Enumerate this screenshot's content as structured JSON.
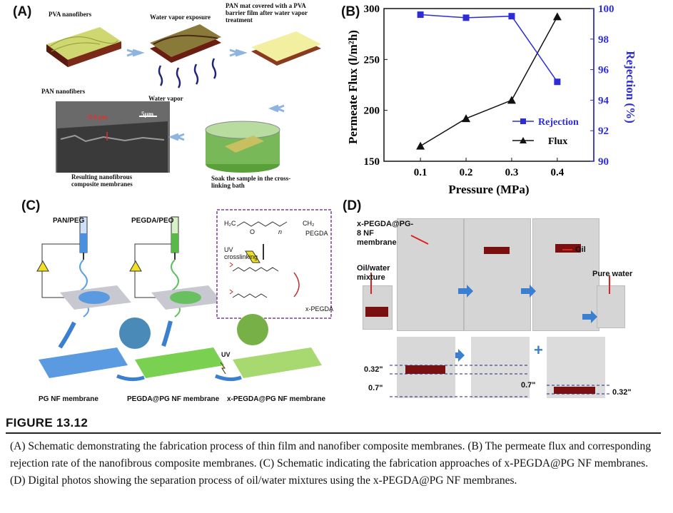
{
  "panelA": {
    "label": "(A)",
    "pva_nanofibers": "PVA nanofibers",
    "pan_nanofibers": "PAN nanofibers",
    "water_vapor_exposure": "Water vapor exposure",
    "water_vapor": "Water vapor",
    "pan_mat_covered": "PAN mat covered with a PVA barrier film after water vapor treatment",
    "scale_bar": "5μm",
    "thickness": "~0.6 μm",
    "resulting": "Resulting nanofibrous composite membranes",
    "soak": "Soak the sample in the cross-linking bath"
  },
  "panelB": {
    "label": "(B)",
    "legend_rejection": "Rejection",
    "legend_flux": "Flux"
  },
  "chart_data": {
    "type": "line",
    "x": [
      0.1,
      0.2,
      0.3,
      0.4
    ],
    "xlabel": "Pressure (MPa)",
    "ylabel": "Permeate Flux (l/m²h)",
    "ylabel2": "Rejection (%)",
    "xticks": [
      "0.1",
      "0.2",
      "0.3",
      "0.4"
    ],
    "yticks": [
      "150",
      "200",
      "250",
      "300"
    ],
    "y2ticks": [
      "90",
      "92",
      "94",
      "96",
      "98",
      "100"
    ],
    "xlim": [
      0.02,
      0.48
    ],
    "ylim": [
      150,
      300
    ],
    "y2lim": [
      90,
      100
    ],
    "series": [
      {
        "name": "Flux",
        "axis": "left",
        "marker": "triangle",
        "color": "#111111",
        "values": [
          165,
          192,
          210,
          292
        ]
      },
      {
        "name": "Rejection",
        "axis": "right",
        "marker": "square",
        "color": "#2d2dd8",
        "values": [
          99.6,
          99.4,
          99.5,
          95.2
        ]
      }
    ]
  },
  "panelC": {
    "label": "(C)",
    "pan_peg": "PAN/PEG",
    "pegda_peo": "PEGDA/PEO",
    "pg_nf": "PG NF membrane",
    "pegda_pg": "PEGDA@PG NF membrane",
    "x_pegda_pg": "x-PEGDA@PG NF membrane",
    "uv": "UV",
    "uv_crosslinking": "UV crosslinking",
    "pegda": "PEGDA",
    "x_pegda": "x-PEGDA",
    "h2c": "H₂C",
    "ch2": "CH₂",
    "n": "n",
    "o": "O"
  },
  "panelD": {
    "label": "(D)",
    "membrane": "x-PEGDA@PG-8 NF membrane",
    "oil_water": "Oil/water mixture",
    "oil": "Oil",
    "pure_water": "Pure water",
    "m032": "0.32\"",
    "m07": "0.7\"",
    "m07b": "0.7\"",
    "m032b": "0.32\"",
    "plus": "+"
  },
  "figure": {
    "title": "FIGURE 13.12",
    "caption": "(A) Schematic demonstrating the fabrication process of thin film and nanofiber composite membranes. (B) The permeate flux and corresponding rejection rate of the nanofibrous composite membranes. (C) Schematic indicating the fabrication approaches of x-PEGDA@PG NF membranes. (D) Digital photos showing the separation process of oil/water mixtures using the x-PEGDA@PG NF membranes."
  },
  "colors": {
    "accent_blue": "#2d2dd8",
    "oil": "#7a1010",
    "arrow_blue": "#3a7fd0"
  }
}
